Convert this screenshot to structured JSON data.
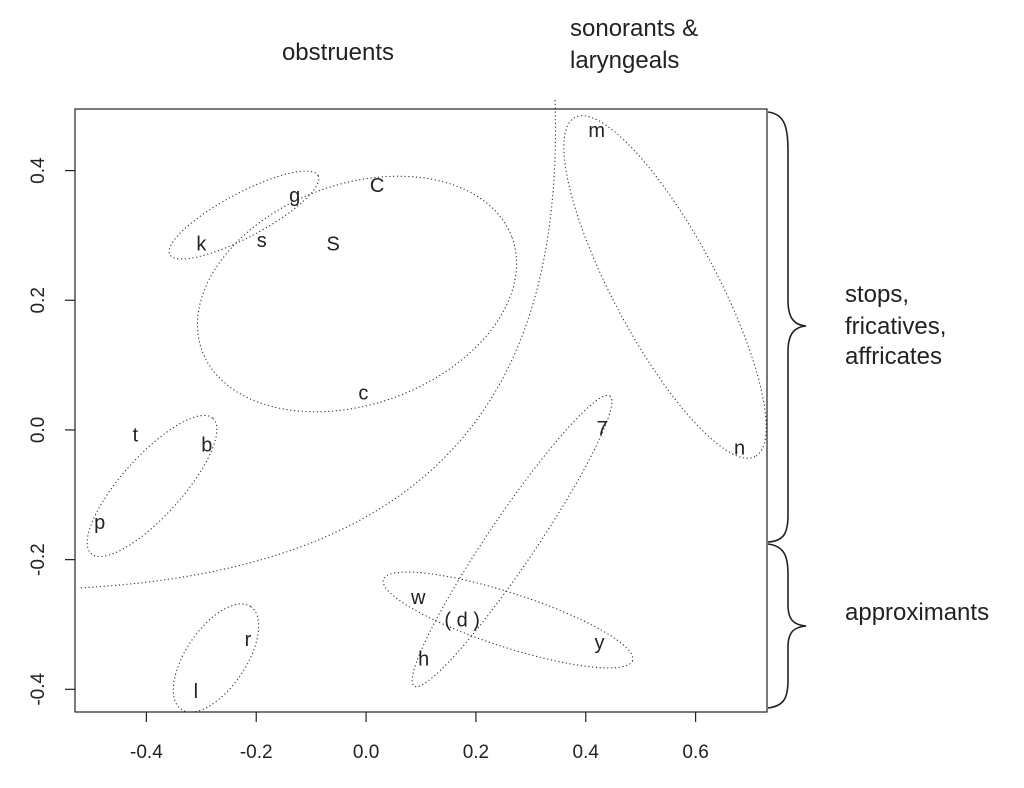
{
  "chart_data": {
    "type": "scatter",
    "xlim": [
      -0.53,
      0.73
    ],
    "ylim": [
      -0.435,
      0.495
    ],
    "x_ticks": [
      -0.4,
      -0.2,
      0.0,
      0.2,
      0.4,
      0.6
    ],
    "y_ticks": [
      0.4,
      0.2,
      0.0,
      -0.2,
      -0.4
    ],
    "x_tick_labels": [
      "-0.4",
      "-0.2",
      "0.0",
      "0.2",
      "0.4",
      "0.6"
    ],
    "y_tick_labels": [
      "0.4",
      "0.2",
      "0.0",
      "-0.2",
      "-0.4"
    ],
    "points": [
      {
        "label": "m",
        "x": 0.42,
        "y": 0.46
      },
      {
        "label": "C",
        "x": 0.02,
        "y": 0.375
      },
      {
        "label": "g",
        "x": -0.13,
        "y": 0.36
      },
      {
        "label": "k",
        "x": -0.3,
        "y": 0.285
      },
      {
        "label": "s",
        "x": -0.19,
        "y": 0.29
      },
      {
        "label": "S",
        "x": -0.06,
        "y": 0.285
      },
      {
        "label": "c",
        "x": -0.005,
        "y": 0.055
      },
      {
        "label": "t",
        "x": -0.42,
        "y": -0.01
      },
      {
        "label": "b",
        "x": -0.29,
        "y": -0.025
      },
      {
        "label": "7",
        "x": 0.43,
        "y": -0.0
      },
      {
        "label": "n",
        "x": 0.68,
        "y": -0.03
      },
      {
        "label": "p",
        "x": -0.485,
        "y": -0.145
      },
      {
        "label": "w",
        "x": 0.095,
        "y": -0.26
      },
      {
        "label": "( d )",
        "x": 0.175,
        "y": -0.295
      },
      {
        "label": "y",
        "x": 0.425,
        "y": -0.33
      },
      {
        "label": "r",
        "x": -0.215,
        "y": -0.325
      },
      {
        "label": "h",
        "x": 0.105,
        "y": -0.355
      },
      {
        "label": "l",
        "x": -0.31,
        "y": -0.405
      }
    ],
    "annotations": {
      "obstruents": "obstruents",
      "sonorants_line1": "sonorants &",
      "sonorants_line2": "laryngeals",
      "stops_line1": "stops,",
      "stops_line2": "fricatives,",
      "stops_line3": "affricates",
      "approximants": "approximants"
    }
  }
}
